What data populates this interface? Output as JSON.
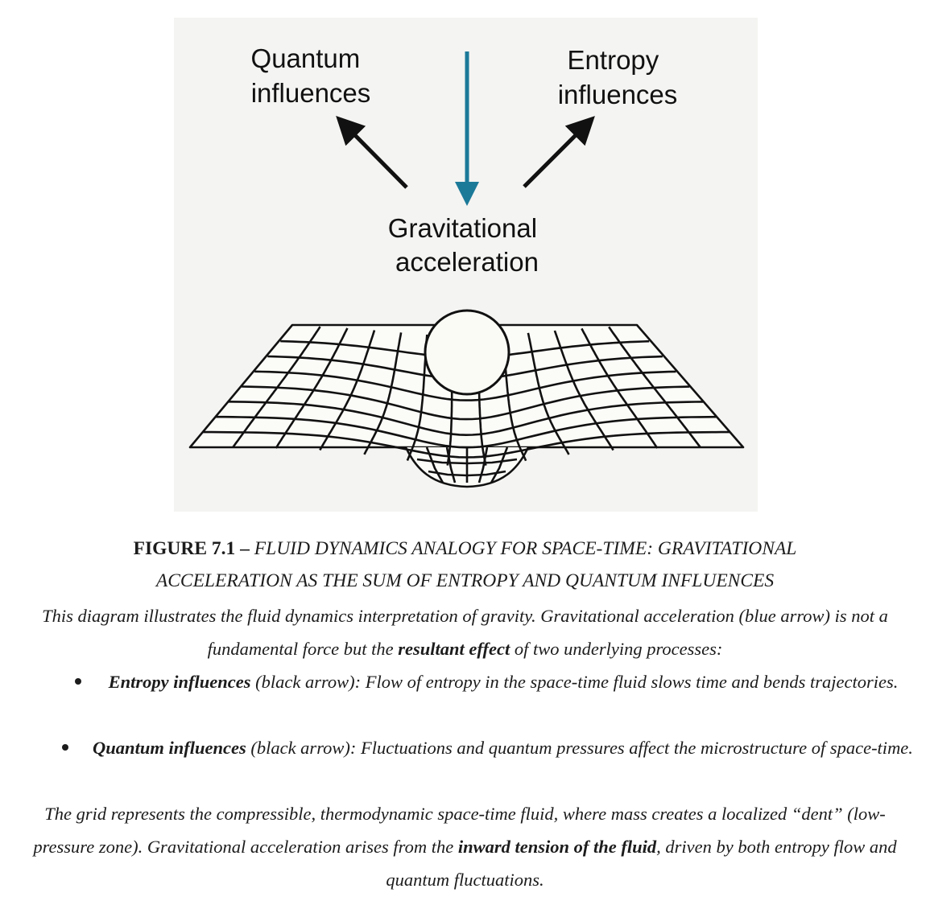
{
  "diagram": {
    "label_quantum": [
      "Quantum",
      "influences"
    ],
    "label_entropy": [
      "Entropy",
      "influences"
    ],
    "label_gravity": [
      "Gravitational",
      "acceleration"
    ],
    "colors": {
      "blue_arrow": "#1c7a99",
      "black_arrow": "#111111",
      "panel": "#f4f4f2"
    }
  },
  "caption": {
    "figure_number": "FIGURE 7.1 –",
    "figure_title": "FLUID DYNAMICS ANALOGY FOR SPACE-TIME: GRAVITATIONAL ACCELERATION AS THE SUM OF ENTROPY AND QUANTUM INFLUENCES",
    "intro_part1": "This diagram illustrates the fluid dynamics interpretation of gravity. Gravitational acceleration (blue arrow) is not a fundamental force but the ",
    "intro_bold": "resultant effect",
    "intro_part2": " of two underlying processes:",
    "bullets": [
      {
        "term": "Entropy influences",
        "text": " (black arrow): Flow of entropy in the space-time fluid slows time and bends trajectories."
      },
      {
        "term": "Quantum influences",
        "text": " (black arrow): Fluctuations and quantum pressures affect the microstructure of space-time."
      }
    ],
    "closing_part1": "The grid represents the compressible, thermodynamic space-time fluid, where mass creates a localized “dent” (low-pressure zone). Gravitational acceleration arises from the ",
    "closing_bold": "inward tension of the fluid",
    "closing_part2": ", driven by both entropy flow and quantum fluctuations."
  }
}
